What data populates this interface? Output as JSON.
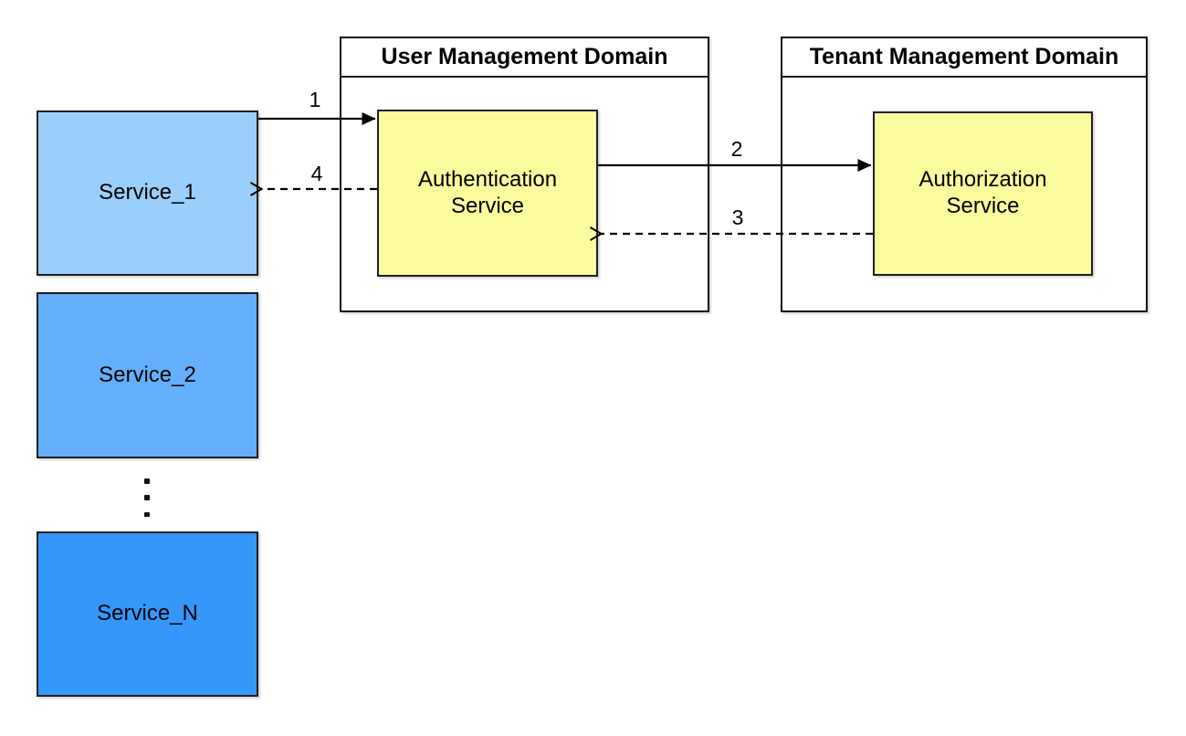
{
  "diagram": {
    "type": "architecture-diagram",
    "services": [
      {
        "label": "Service_1",
        "fill": "#9ACEFB"
      },
      {
        "label": "Service_2",
        "fill": "#64AFFB"
      },
      {
        "label": "Service_N",
        "fill": "#3498FB"
      }
    ],
    "domains": [
      {
        "title": "User Management Domain",
        "service_label": "Authentication\nService",
        "service_fill": "#FBFB9E"
      },
      {
        "title": "Tenant Management Domain",
        "service_label": "Authorization\nService",
        "service_fill": "#FBFB9E"
      }
    ],
    "arrows": [
      {
        "label": "1",
        "style": "solid",
        "from": "Service_1",
        "to": "Authentication Service"
      },
      {
        "label": "2",
        "style": "solid",
        "from": "Authentication Service",
        "to": "Authorization Service"
      },
      {
        "label": "3",
        "style": "dashed",
        "from": "Authorization Service",
        "to": "Authentication Service"
      },
      {
        "label": "4",
        "style": "dashed",
        "from": "Authentication Service",
        "to": "Service_1"
      }
    ],
    "colors": {
      "background": "#FFFFFF",
      "line": "#000000",
      "box_border": "#1F1F1F",
      "service_1_fill": "#9ACEFB",
      "service_2_fill": "#64AFFB",
      "service_n_fill": "#3498FB",
      "yellow_service_fill": "#FBFB9E"
    }
  }
}
